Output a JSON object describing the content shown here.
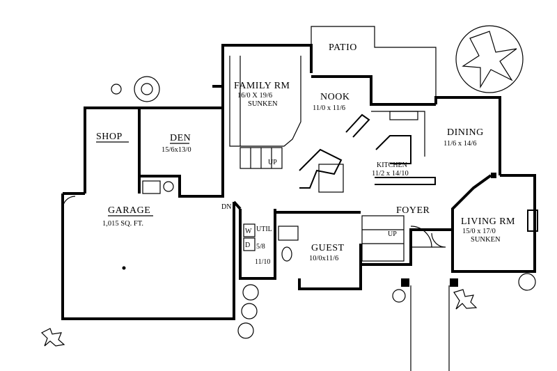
{
  "rooms": {
    "patio": {
      "name": "PATIO"
    },
    "family": {
      "name": "FAMILY RM",
      "dims": "16/0 X 19/6",
      "note": "SUNKEN"
    },
    "nook": {
      "name": "NOOK",
      "dims": "11/0 x 11/6"
    },
    "shop": {
      "name": "SHOP"
    },
    "den": {
      "name": "DEN",
      "dims": "15/6x13/0"
    },
    "dining": {
      "name": "DINING",
      "dims": "11/6 x 14/6"
    },
    "kitchen": {
      "name": "KITCHEN",
      "dims": "11/2 x 14/10"
    },
    "garage": {
      "name": "GARAGE",
      "dims": "1,015 SQ. FT."
    },
    "foyer": {
      "name": "FOYER"
    },
    "living": {
      "name": "LIVING RM",
      "dims": "15/0 x 17/0",
      "note": "SUNKEN"
    },
    "guest": {
      "name": "GUEST",
      "dims": "10/0x11/6"
    },
    "util": {
      "name": "UTIL",
      "dims": "5/8",
      "dims2": "11/10"
    }
  },
  "stairs": {
    "up_main": "UP",
    "up_family": "UP",
    "down": "DN"
  },
  "appliances": {
    "washer": "W",
    "dryer": "D"
  }
}
